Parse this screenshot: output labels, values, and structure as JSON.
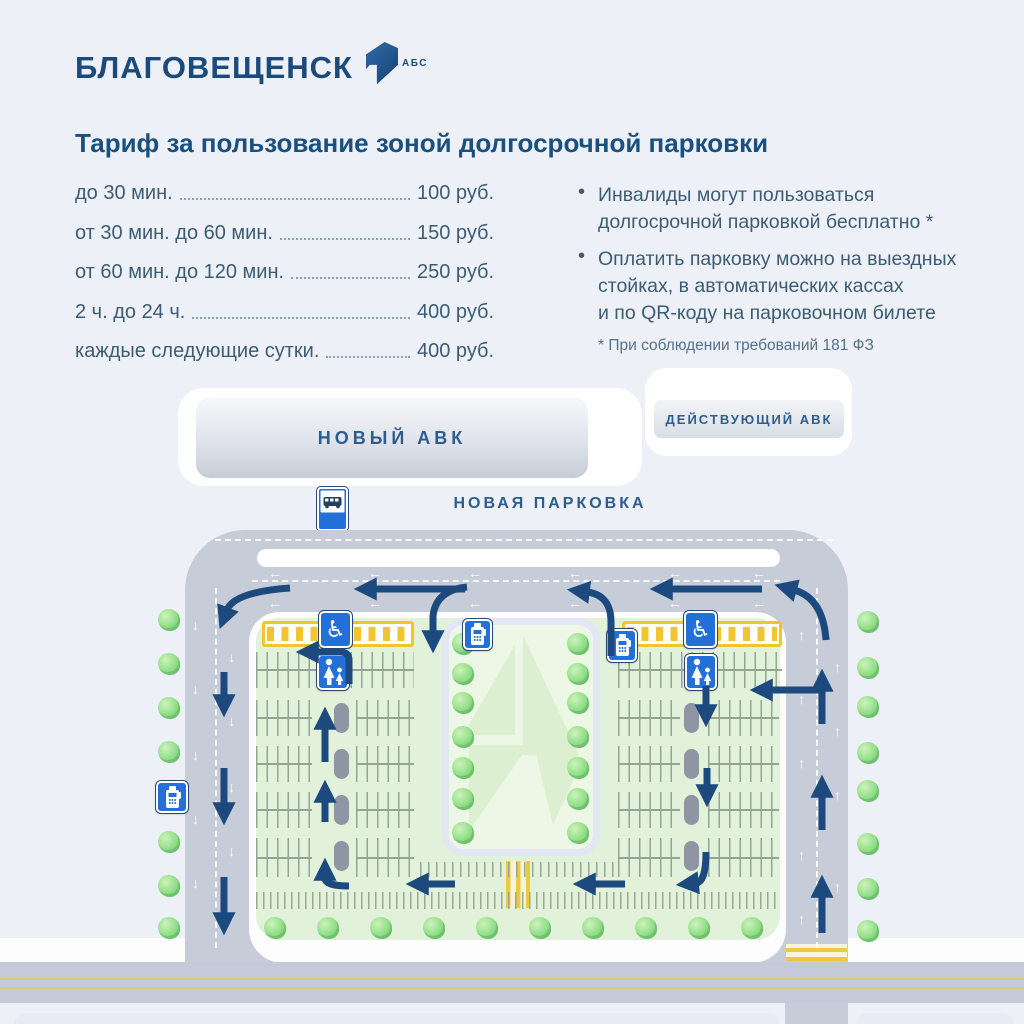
{
  "logo": {
    "city": "БЛАГОВЕЩЕНСК",
    "suffix": "АБС"
  },
  "title": "Тариф за пользование зоной долгосрочной парковки",
  "tariff": {
    "rows": [
      {
        "label": "до 30 мин.",
        "price": "100 руб."
      },
      {
        "label": "от 30 мин. до 60 мин.",
        "price": "150 руб."
      },
      {
        "label": "от 60 мин. до 120 мин.",
        "price": "250 руб."
      },
      {
        "label": "2 ч. до 24 ч.",
        "price": "400 руб."
      },
      {
        "label": "каждые следующие сутки.",
        "price": "400 руб."
      }
    ]
  },
  "notes": {
    "bullets": [
      "Инвалиды могут пользоваться\nдолгосрочной парковкой бесплатно *",
      "Оплатить парковку можно на выездных\nстойках, в автоматических кассах\nи по QR-коду на парковочном билете"
    ],
    "footnote": "* При соблюдении требований 181 ФЗ"
  },
  "map": {
    "labels": {
      "new_terminal": "НОВЫЙ АВК",
      "existing_terminal": "ДЕЙСТВУЮЩИЙ АВК",
      "new_parking": "НОВАЯ ПАРКОВКА"
    },
    "icons": {
      "bus_stop": "bus-stop-sign",
      "disabled": "disabled-parking-sign",
      "mother_child": "mother-child-parking-sign",
      "payment": "payment-terminal-sign"
    },
    "colors": {
      "arrow_navy": "#1c4a7e",
      "road_gray": "#c7ccd9",
      "parking_green": "#e2f1d9",
      "sign_blue": "#2270d8",
      "marking_yellow": "#f2c430",
      "text_blue": "#2d5c8f"
    }
  }
}
